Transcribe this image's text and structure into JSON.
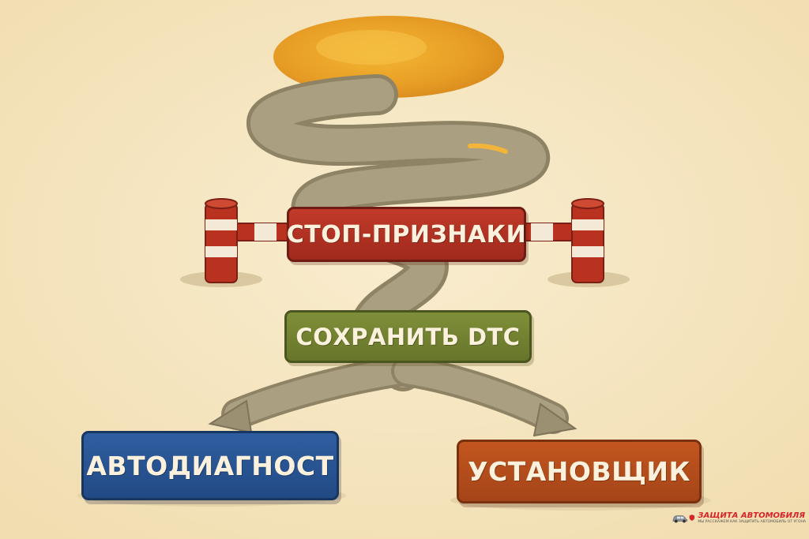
{
  "diagram": {
    "nodes": {
      "stop_signs": "СТОП-ПРИЗНАКИ",
      "save_dtc": "СОХРАНИТЬ DTC",
      "auto_diagnostician": "АВТОДИАГНОСТ",
      "installer": "УСТАНОВЩИК"
    },
    "colors": {
      "stop_signs": "#b03325",
      "save_dtc": "#74842f",
      "auto_diagnostician": "#2a5594",
      "installer": "#b44d1c",
      "road": "#a79b7e",
      "sun": "#eaa32a",
      "background": "#f6e6bf"
    }
  },
  "watermark": {
    "name": "ЗАЩИТА АВТОМОБИЛЯ",
    "tagline": "МЫ РАССКАЖЕМ КАК ЗАЩИТИТЬ АВТОМОБИЛЬ ОТ УГОНА",
    "icons": [
      "car-icon",
      "shield-icon"
    ]
  }
}
